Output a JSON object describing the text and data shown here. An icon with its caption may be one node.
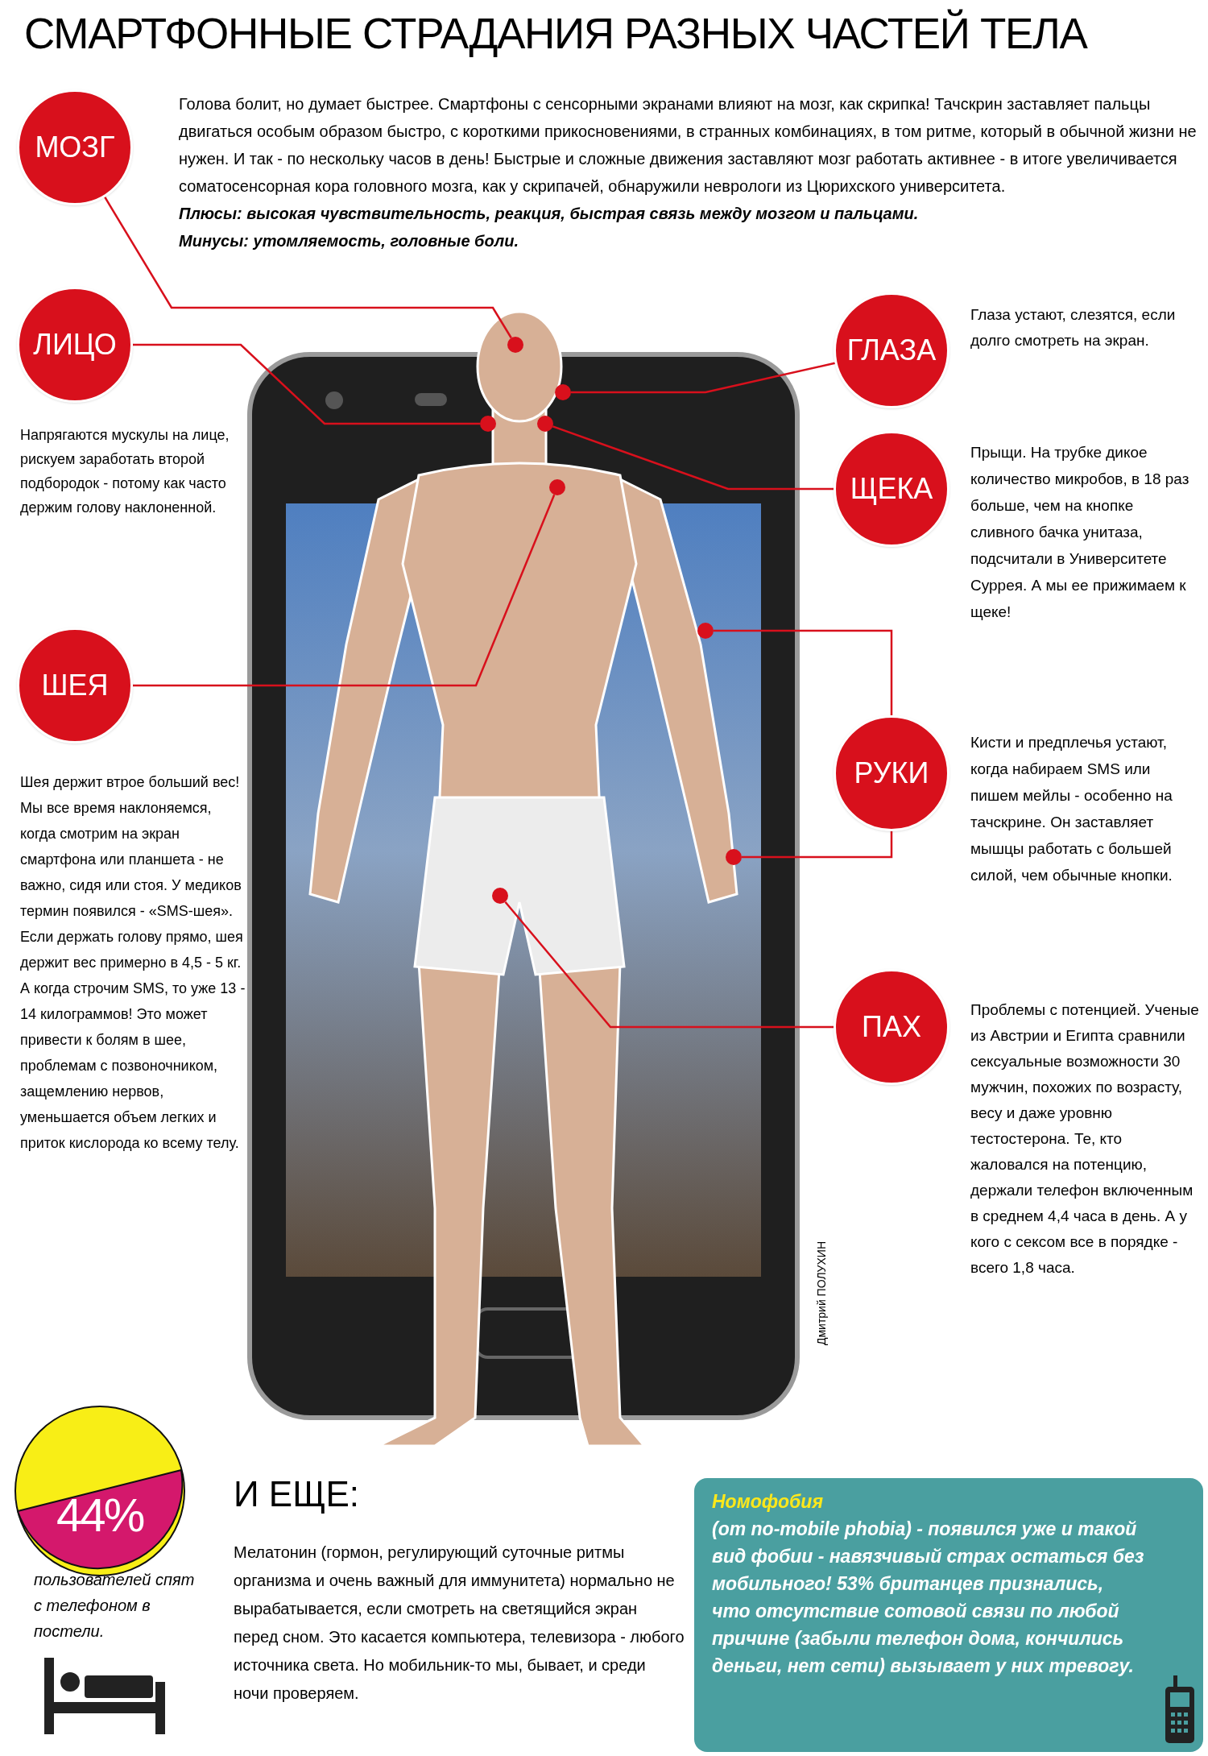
{
  "diagram": {
    "title": "СМАРТФОННЫЕ СТРАДАНИЯ РАЗНЫХ ЧАСТЕЙ ТЕЛА",
    "nodes": [
      {
        "text": [
          "МОЗГ"
        ],
        "beside": [
          "Голова болит, но думает быстрее. Смартфоны с сенсорными экранами влияют на мозг, как скрипка! Тачскрин заставляет пальцы двигаться особым образом быстро, с короткими прикосновениями, в странных комбинациях, в том ритме, который в обычной жизни не нужен. И так - по нескольку часов в день! Быстрые и сложные движения заставляют мозг работать активнее - в итоге увеличивается соматосенсорная кора головного мозга, как у скрипачей, обнаружили неврологи из Цюрихского университета.",
          "**Плюсы:** высокая чувствительность, реакция, быстрая связь между мозгом и пальцами.",
          "**Минусы:** утомляемость, головные боли."
        ]
      },
      {
        "text": [
          "ЛИЦО"
        ],
        "beside": [
          "Напрягаются мускулы на лице, рискуем заработать второй подбородок - потому как часто держим голову наклоненной."
        ]
      },
      {
        "text": [
          "ШЕЯ"
        ],
        "beside": [
          "Шея держит втрое больший вес! Мы все время наклоняемся, когда смотрим на экран смартфона или планшета - не важно, сидя или стоя. У медиков термин появился - «SMS-шея». Если держать голову прямо, шея держит вес примерно в 4,5 - 5 кг. А когда строчим SMS, то уже 13 - 14 килограммов! Это может привести к болям в шее, проблемам с позвоночником, защемлению нервов, уменьшается объем легких и приток кислорода ко всему телу."
        ]
      },
      {
        "text": [
          "ГЛАЗА"
        ],
        "beside": [
          "Глаза устают, слезятся, если долго смотреть на экран."
        ]
      },
      {
        "text": [
          "ЩЕКА"
        ],
        "beside": [
          "Прыщи. На трубке дикое количество микробов, в 18 раз больше, чем на кнопке сливного бачка унитаза, подсчитали в Университете Суррея. А мы ее прижимаем к щеке!"
        ]
      },
      {
        "text": [
          "РУКИ"
        ],
        "beside": [
          "Кисти и предплечья устают, когда набираем SMS или пишем мейлы - особенно на тачскрине. Он заставляет мышцы работать с большей силой, чем обычные кнопки."
        ]
      },
      {
        "text": [
          "ПАХ"
        ],
        "beside": [
          "Проблемы с потенцией. Ученые из Австрии и Египта сравнили сексуальные возможности 30 мужчин, похожих по возрасту, весу и даже уровню тестостерона. Те, кто жаловался на потенцию, держали телефон включенным в среднем 4,4 часа в день. А у кого с сексом все в порядке - всего 1,8 часа."
        ]
      },
      {
        "text": [
          "Номофобия",
          "(от no-mobile phobia) - появился уже и такой вид фобии - навязчивый страх остаться без мобильного! 53% британцев признались, что отсутствие сотовой связи по любой причине (забыли телефон дома, кончились деньги, нет сети) вызывает у них тревогу."
        ]
      },
      {
        "text": [],
        "shape": "circle"
      },
      {
        "text": [],
        "shape": "circle"
      },
      {
        "text": [],
        "shape": "circle"
      },
      {
        "text": [],
        "shape": "circle"
      },
      {
        "text": [],
        "shape": "circle"
      },
      {
        "text": [],
        "shape": "circle"
      },
      {
        "text": [],
        "shape": "circle"
      },
      {
        "text": [],
        "shape": "circle"
      }
    ],
    "edges": [
      {
        "from": 0,
        "to": 8,
        "arrow": "none"
      },
      {
        "from": 1,
        "to": 10,
        "arrow": "none"
      },
      {
        "from": 2,
        "to": 12,
        "arrow": "none"
      },
      {
        "from": 3,
        "to": 9,
        "arrow": "none"
      },
      {
        "from": 4,
        "to": 11,
        "arrow": "none"
      },
      {
        "from": 5,
        "to": 13,
        "arrow": "none"
      },
      {
        "from": 5,
        "to": 14,
        "arrow": "none"
      },
      {
        "from": 6,
        "to": 15,
        "arrow": "none"
      }
    ],
    "labels": [
      "Дмитрий ПОЛУХИН",
      "44%",
      "пользователей спят с телефоном в постели.",
      "И ЕЩЕ:",
      "Мелатонин (гормон, регулирующий суточные ритмы организма и очень важный для иммунитета) нормально не вырабатывается, если смотреть на светящийся экран перед сном. Это касается компьютера, телевизора - любого источника света. Но мобильник-то мы, бывает, и среди ночи проверяем."
    ]
  }
}
